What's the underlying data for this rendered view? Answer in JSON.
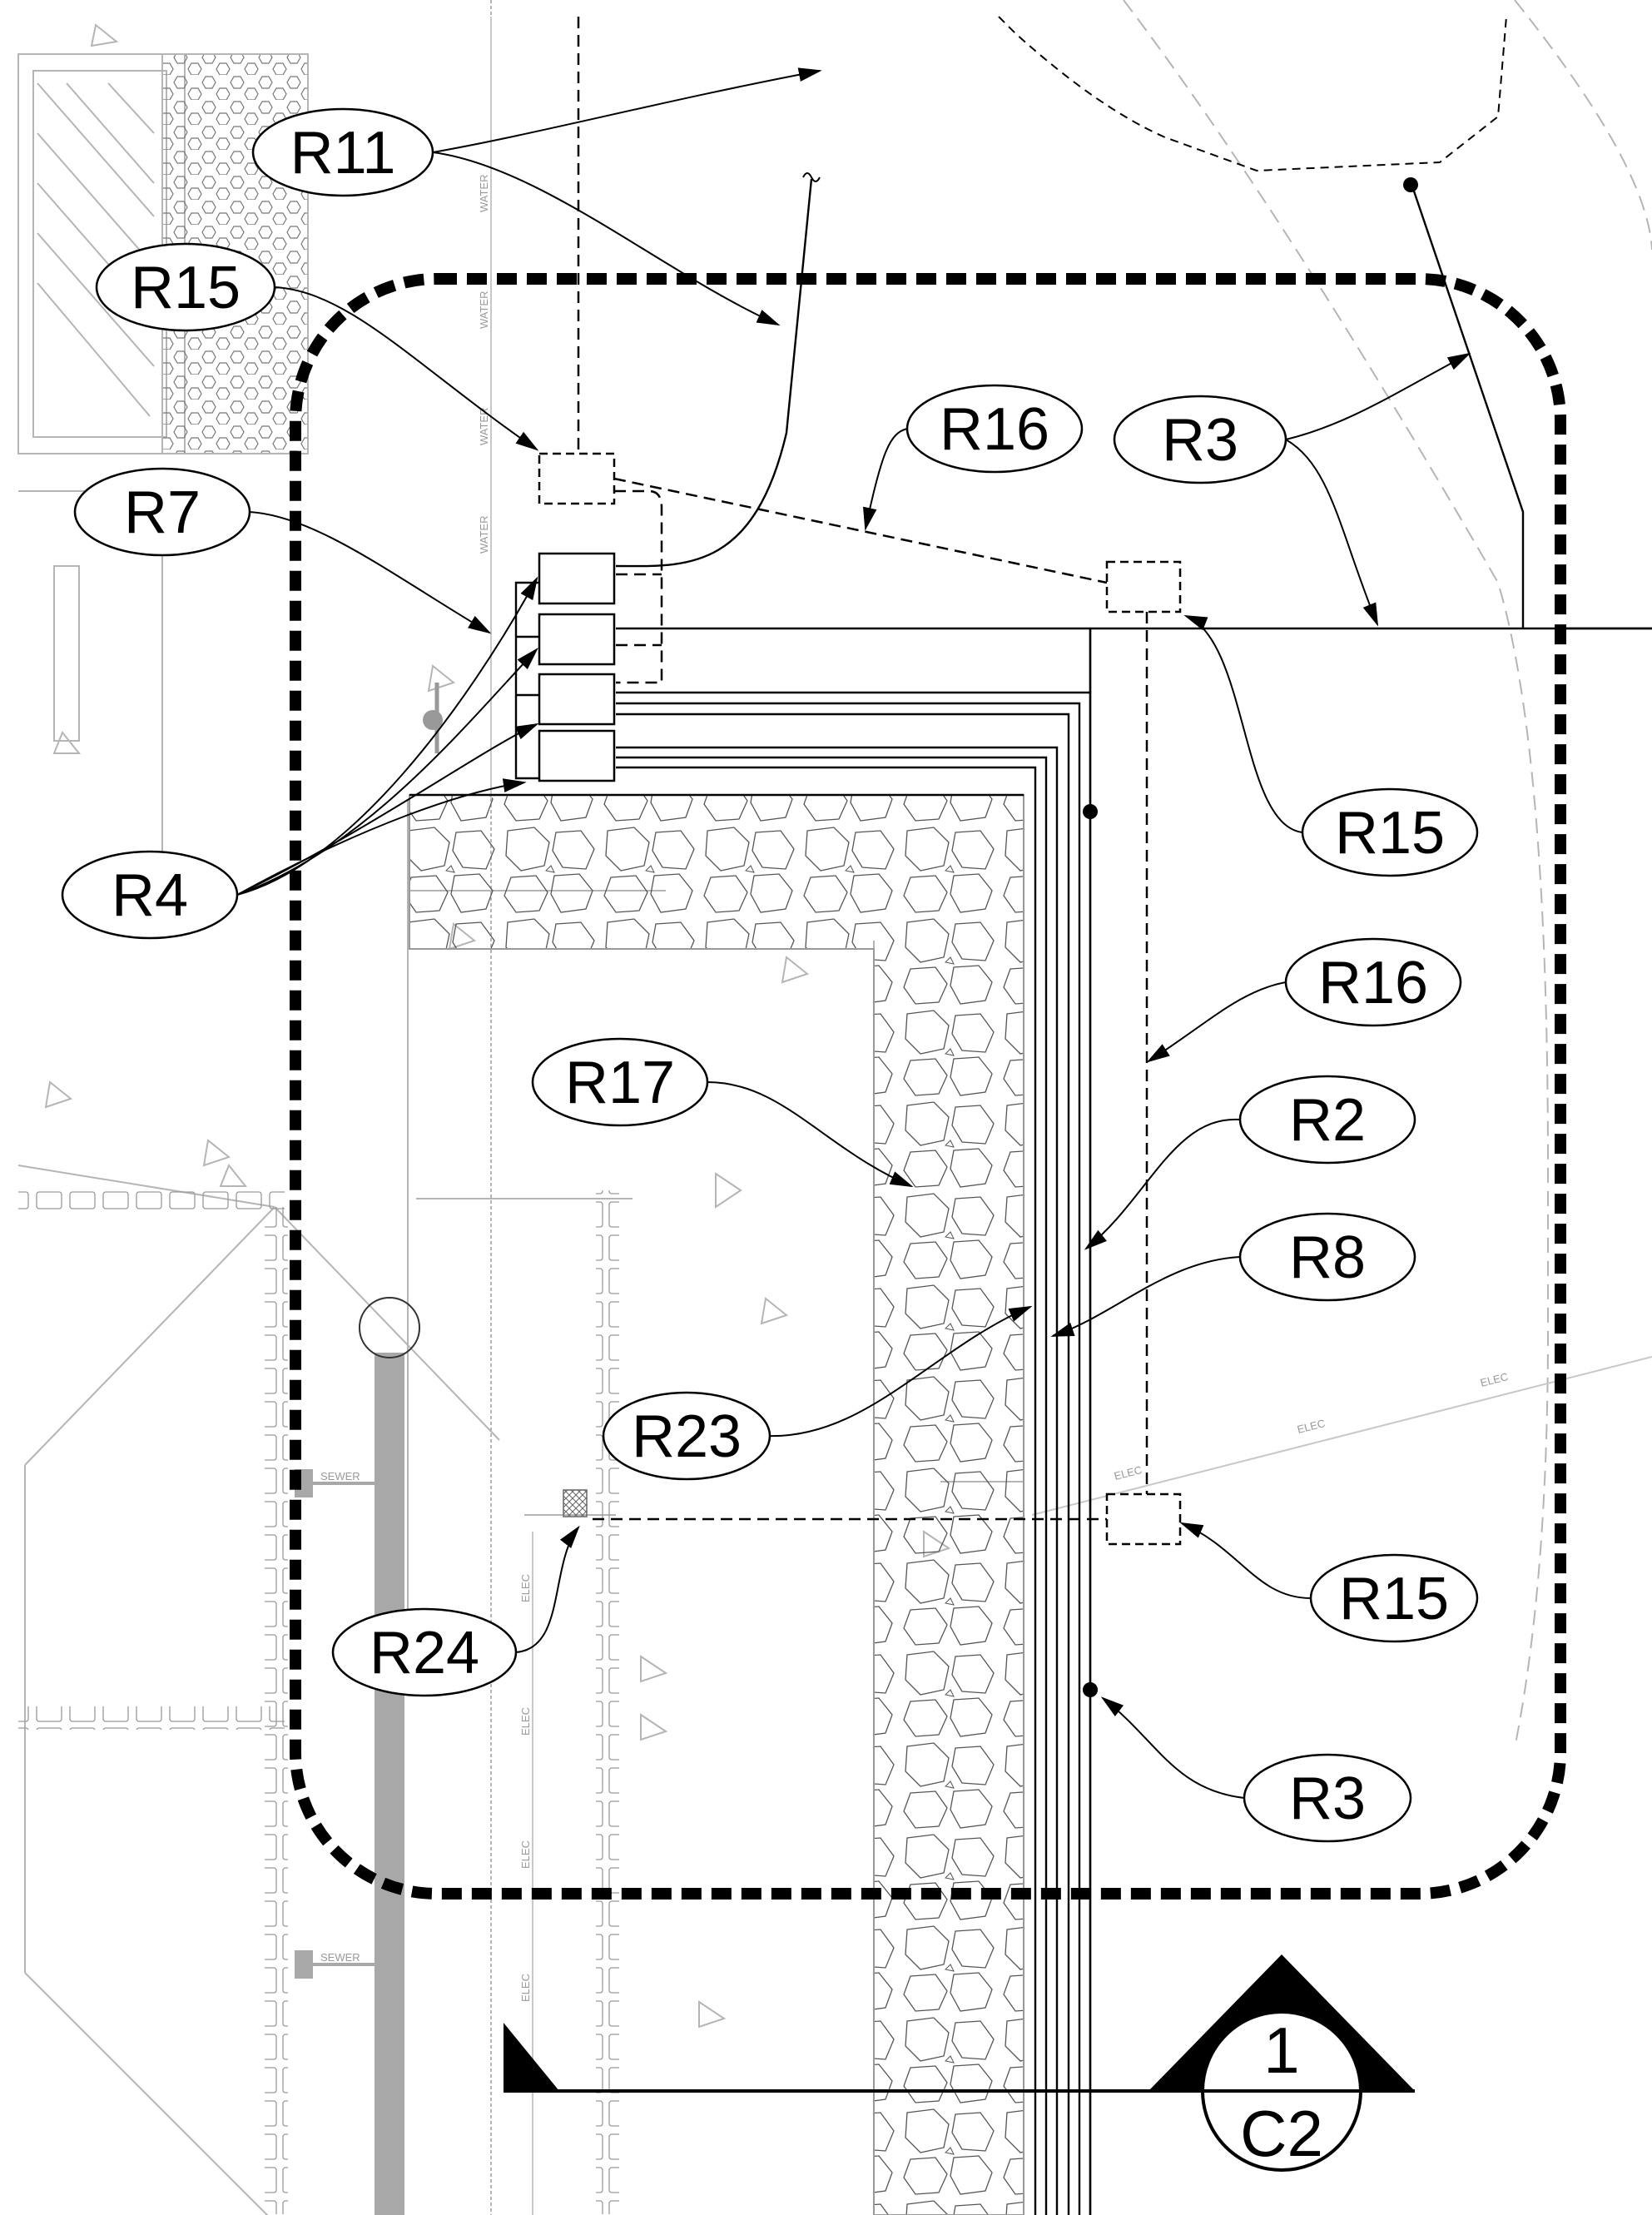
{
  "callouts": {
    "r11": "R11",
    "r15_top": "R15",
    "r7": "R7",
    "r4": "R4",
    "r16_top": "R16",
    "r3_top": "R3",
    "r15_mid": "R15",
    "r16_mid": "R16",
    "r17": "R17",
    "r2": "R2",
    "r8": "R8",
    "r23": "R23",
    "r24": "R24",
    "r15_bottom": "R15",
    "r3_bottom": "R3"
  },
  "utility_labels": {
    "water": "WATER",
    "elec": "ELEC",
    "sewer": "SEWER"
  },
  "section_marker": {
    "number": "1",
    "sheet": "C2"
  },
  "colors": {
    "line": "#000000",
    "light_line": "#b5b5b5",
    "utility_gray": "#a8a8a8"
  }
}
